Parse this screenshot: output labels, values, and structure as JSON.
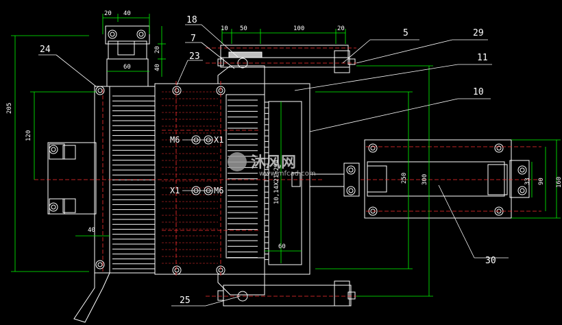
{
  "part_labels": {
    "p18": "18",
    "p7": "7",
    "p23": "23",
    "p24": "24",
    "p5": "5",
    "p29": "29",
    "p11": "11",
    "p10": "10",
    "p30": "30",
    "p25": "25"
  },
  "dimensions": {
    "d20a": "20",
    "d40a": "40",
    "d20b": "20",
    "d40b": "40",
    "d60a": "60",
    "d205": "205",
    "d120": "120",
    "d40c": "40",
    "d10": "10",
    "d50": "50",
    "d100": "100",
    "d20c": "20",
    "d250": "250",
    "d300": "300",
    "d60b": "60",
    "dtext": "10,14X21=294",
    "d33": "33",
    "d90": "90",
    "d160": "160"
  },
  "callouts": {
    "m6a": "M6",
    "x1a": "X1",
    "x1b": "X1",
    "m6b": "M6"
  },
  "watermark": {
    "brand": "沐风网",
    "url": "www.mfcad.com"
  },
  "colors": {
    "line": "#ffffff",
    "dim": "#00ff00",
    "center": "#ff3030",
    "fill_gray": "#bfbfbf"
  }
}
